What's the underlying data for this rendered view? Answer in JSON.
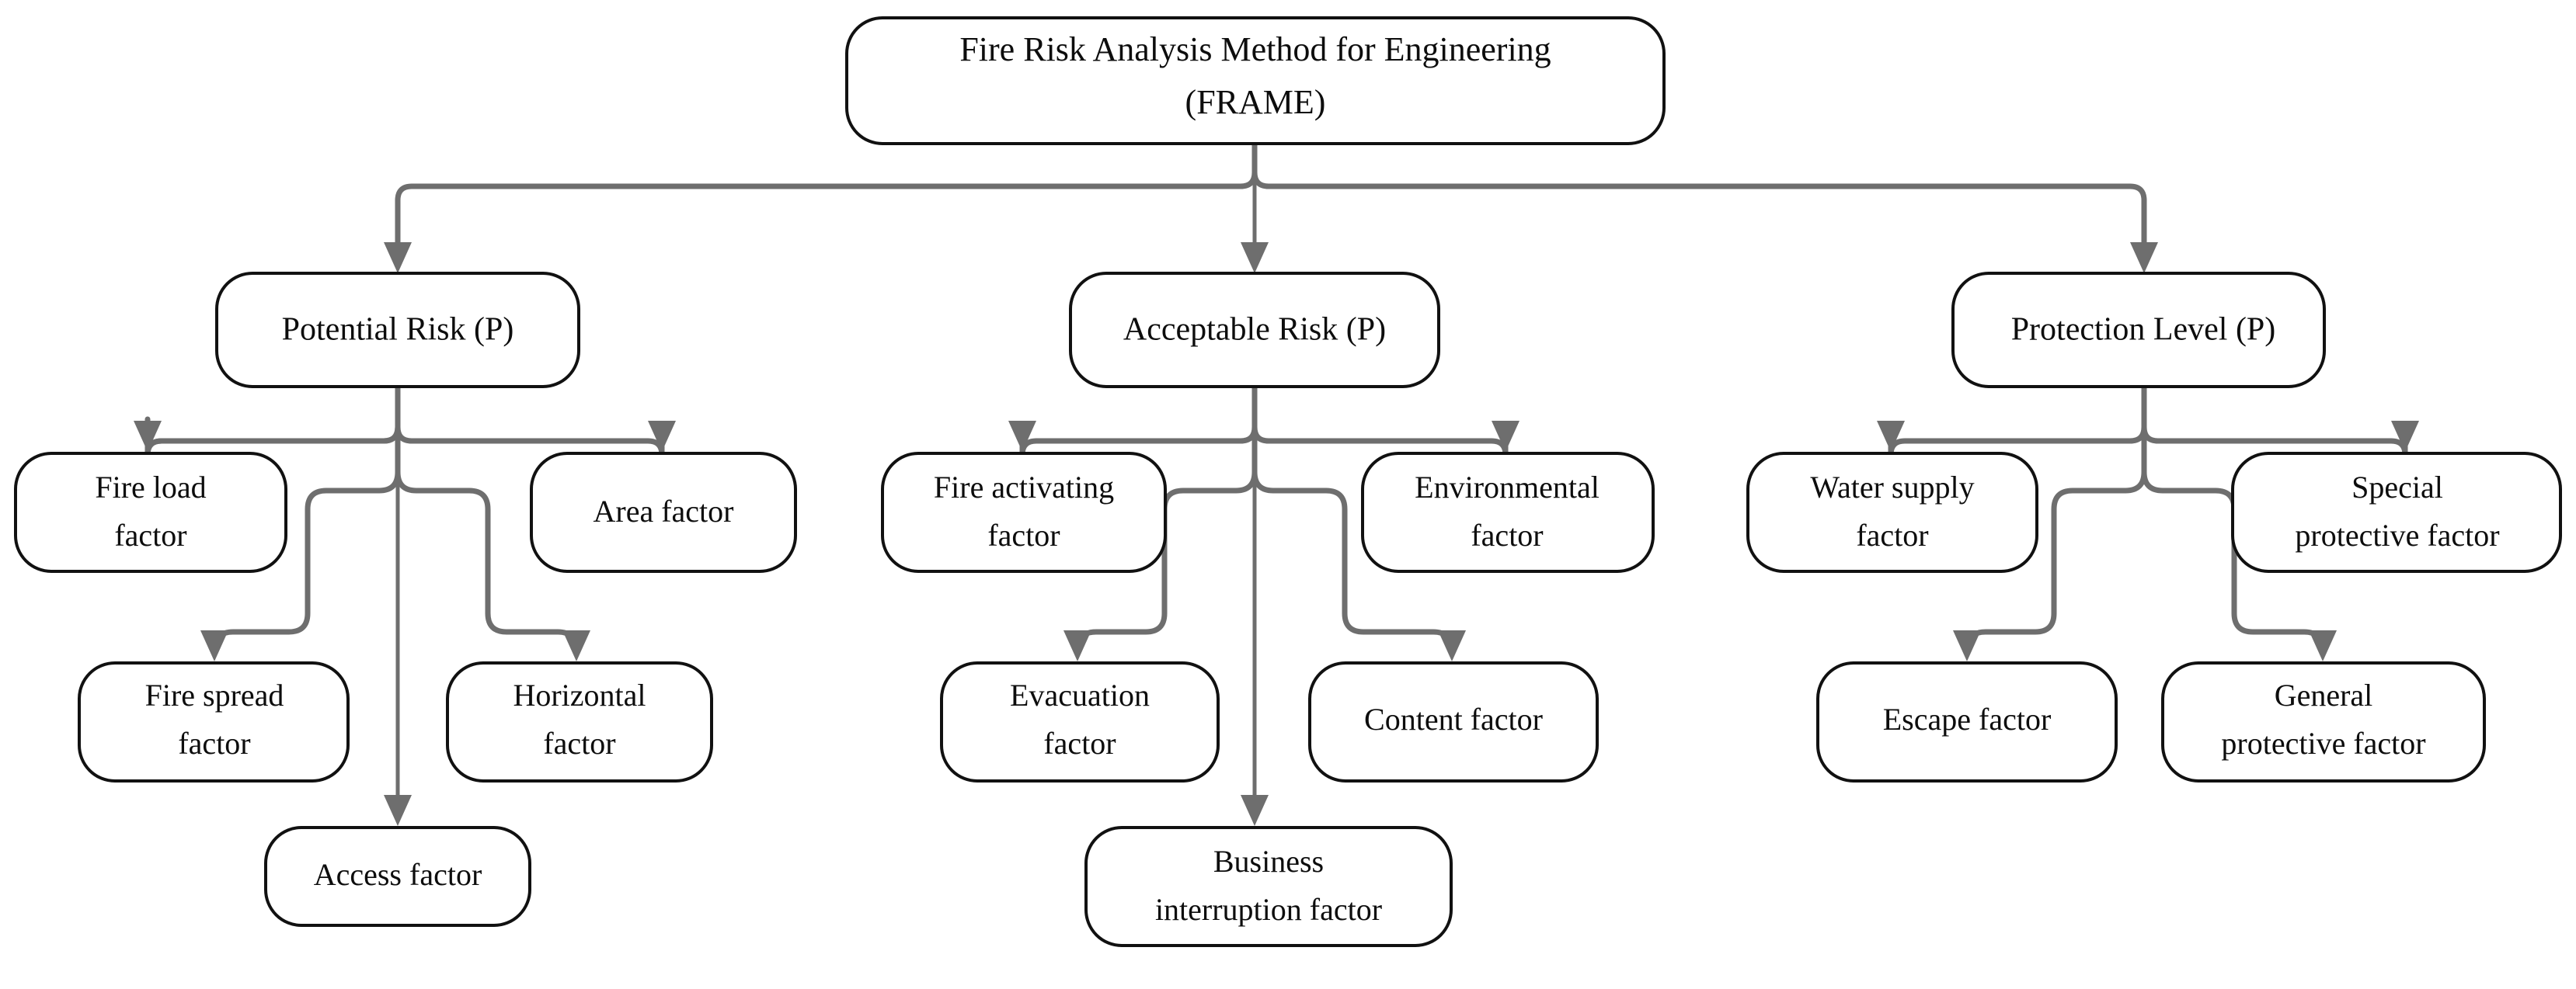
{
  "diagram": {
    "type": "flowchart",
    "orientation": "top-down",
    "title_node": "Fire Risk Analysis Method for Engineering (FRAME)",
    "colors": {
      "node_fill": "#ffffff",
      "node_stroke": "#111111",
      "edge_stroke": "#6e6e6e",
      "text": "#0d0d0d",
      "background": "#ffffff"
    },
    "nodes": {
      "root": {
        "id": "root",
        "line1": "Fire Risk Analysis Method for Engineering",
        "line2": "(FRAME)"
      },
      "potential_risk": {
        "id": "potential-risk",
        "line1": "Potential Risk (P)"
      },
      "acceptable_risk": {
        "id": "acceptable-risk",
        "line1": "Acceptable Risk (P)"
      },
      "protection_level": {
        "id": "protection-level",
        "line1": "Protection Level (P)"
      },
      "fire_load": {
        "id": "fire-load-factor",
        "line1": "Fire load",
        "line2": "factor"
      },
      "area": {
        "id": "area-factor",
        "line1": "Area factor"
      },
      "fire_spread": {
        "id": "fire-spread-factor",
        "line1": "Fire spread",
        "line2": "factor"
      },
      "horizontal": {
        "id": "horizontal-factor",
        "line1": "Horizontal",
        "line2": "factor"
      },
      "access": {
        "id": "access-factor",
        "line1": "Access factor"
      },
      "fire_activating": {
        "id": "fire-activating-factor",
        "line1": "Fire activating",
        "line2": "factor"
      },
      "environmental": {
        "id": "environmental-factor",
        "line1": "Environmental",
        "line2": "factor"
      },
      "evacuation": {
        "id": "evacuation-factor",
        "line1": "Evacuation",
        "line2": "factor"
      },
      "content": {
        "id": "content-factor",
        "line1": "Content factor"
      },
      "business_interruption": {
        "id": "business-interruption-factor",
        "line1": "Business",
        "line2": "interruption factor"
      },
      "water_supply": {
        "id": "water-supply-factor",
        "line1": "Water supply",
        "line2": "factor"
      },
      "special_protective": {
        "id": "special-protective-factor",
        "line1": "Special",
        "line2": "protective factor"
      },
      "escape": {
        "id": "escape-factor",
        "line1": "Escape factor"
      },
      "general_protective": {
        "id": "general-protective-factor",
        "line1": "General",
        "line2": "protective factor"
      }
    },
    "edges": [
      {
        "from": "root",
        "to": "potential_risk"
      },
      {
        "from": "root",
        "to": "acceptable_risk"
      },
      {
        "from": "root",
        "to": "protection_level"
      },
      {
        "from": "potential_risk",
        "to": "fire_load"
      },
      {
        "from": "potential_risk",
        "to": "fire_spread"
      },
      {
        "from": "potential_risk",
        "to": "access"
      },
      {
        "from": "potential_risk",
        "to": "horizontal"
      },
      {
        "from": "potential_risk",
        "to": "area"
      },
      {
        "from": "acceptable_risk",
        "to": "fire_activating"
      },
      {
        "from": "acceptable_risk",
        "to": "evacuation"
      },
      {
        "from": "acceptable_risk",
        "to": "business_interruption"
      },
      {
        "from": "acceptable_risk",
        "to": "content"
      },
      {
        "from": "acceptable_risk",
        "to": "environmental"
      },
      {
        "from": "protection_level",
        "to": "water_supply"
      },
      {
        "from": "protection_level",
        "to": "escape"
      },
      {
        "from": "protection_level",
        "to": "general_protective"
      },
      {
        "from": "protection_level",
        "to": "special_protective"
      }
    ]
  }
}
